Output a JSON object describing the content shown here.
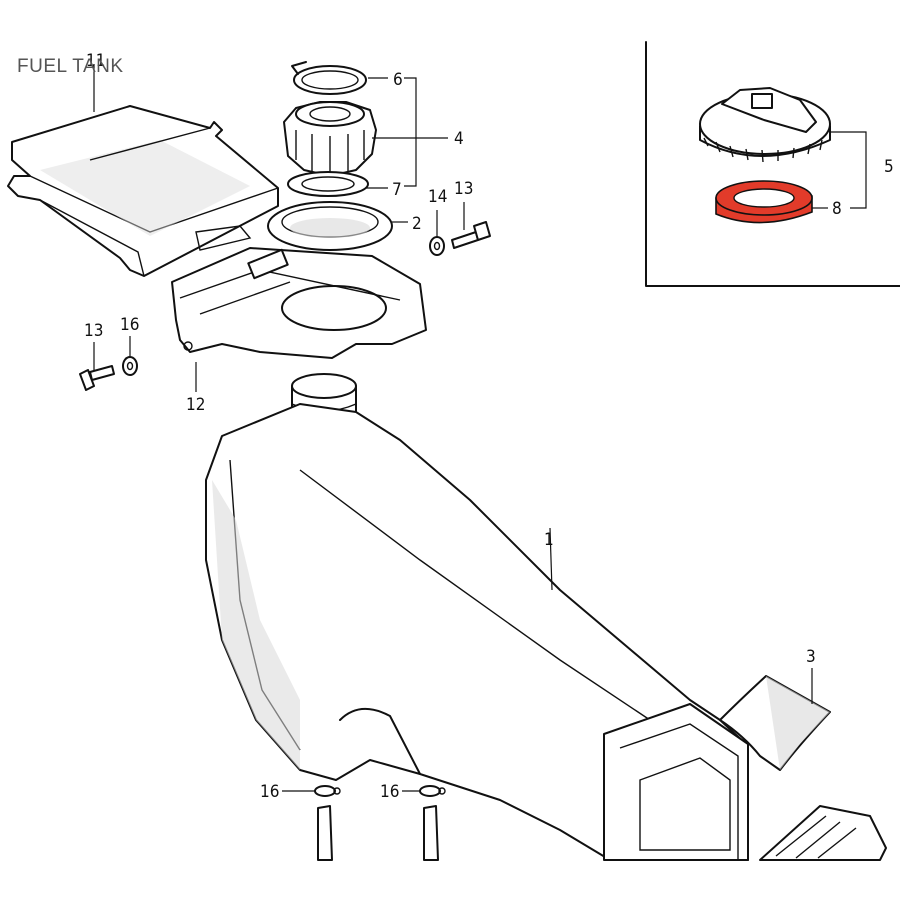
{
  "title": "FUEL TANK",
  "callouts": [
    {
      "id": "1",
      "label": "1"
    },
    {
      "id": "2",
      "label": "2"
    },
    {
      "id": "3",
      "label": "3"
    },
    {
      "id": "4",
      "label": "4"
    },
    {
      "id": "5",
      "label": "5"
    },
    {
      "id": "6",
      "label": "6"
    },
    {
      "id": "7",
      "label": "7"
    },
    {
      "id": "8",
      "label": "8"
    },
    {
      "id": "11",
      "label": "11"
    },
    {
      "id": "12",
      "label": "12"
    },
    {
      "id": "13a",
      "label": "13"
    },
    {
      "id": "13b",
      "label": "13"
    },
    {
      "id": "14a",
      "label": "14"
    },
    {
      "id": "14b",
      "label": "14"
    },
    {
      "id": "16a",
      "label": "16"
    },
    {
      "id": "16b",
      "label": "16"
    }
  ],
  "colors": {
    "highlight": "#e23b2a",
    "ink": "#111111",
    "title": "#555555"
  }
}
